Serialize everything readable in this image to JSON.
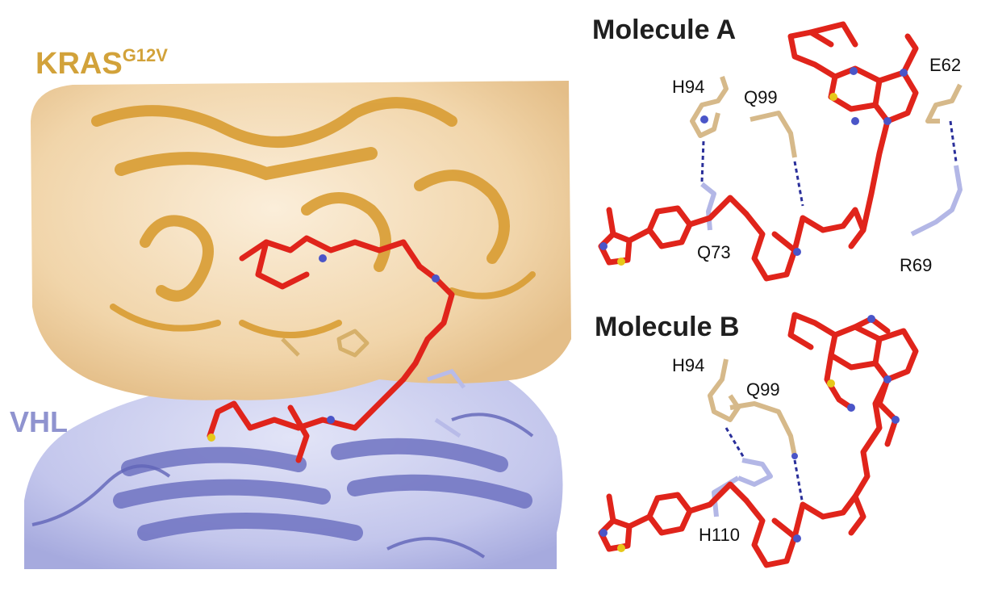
{
  "left_panel": {
    "kras_label": "KRAS",
    "kras_superscript": "G12V",
    "vhl_label": "VHL"
  },
  "molecule_a": {
    "title": "Molecule A",
    "residues": [
      "H94",
      "Q99",
      "E62",
      "Q73",
      "R69"
    ]
  },
  "molecule_b": {
    "title": "Molecule B",
    "residues": [
      "H94",
      "Q99",
      "H110"
    ]
  },
  "colors": {
    "kras_surface": "#f3d9b1",
    "kras_cartoon": "#d9a038",
    "vhl_surface": "#c3c6ec",
    "vhl_cartoon": "#7276c4",
    "ligand": "#e0241b",
    "nitrogen": "#4a55c8",
    "sulfur": "#e6c81a",
    "residue_kras": "#e9d3a8",
    "residue_vhl": "#b3b7e6",
    "hbond": "#2a2f9a"
  }
}
